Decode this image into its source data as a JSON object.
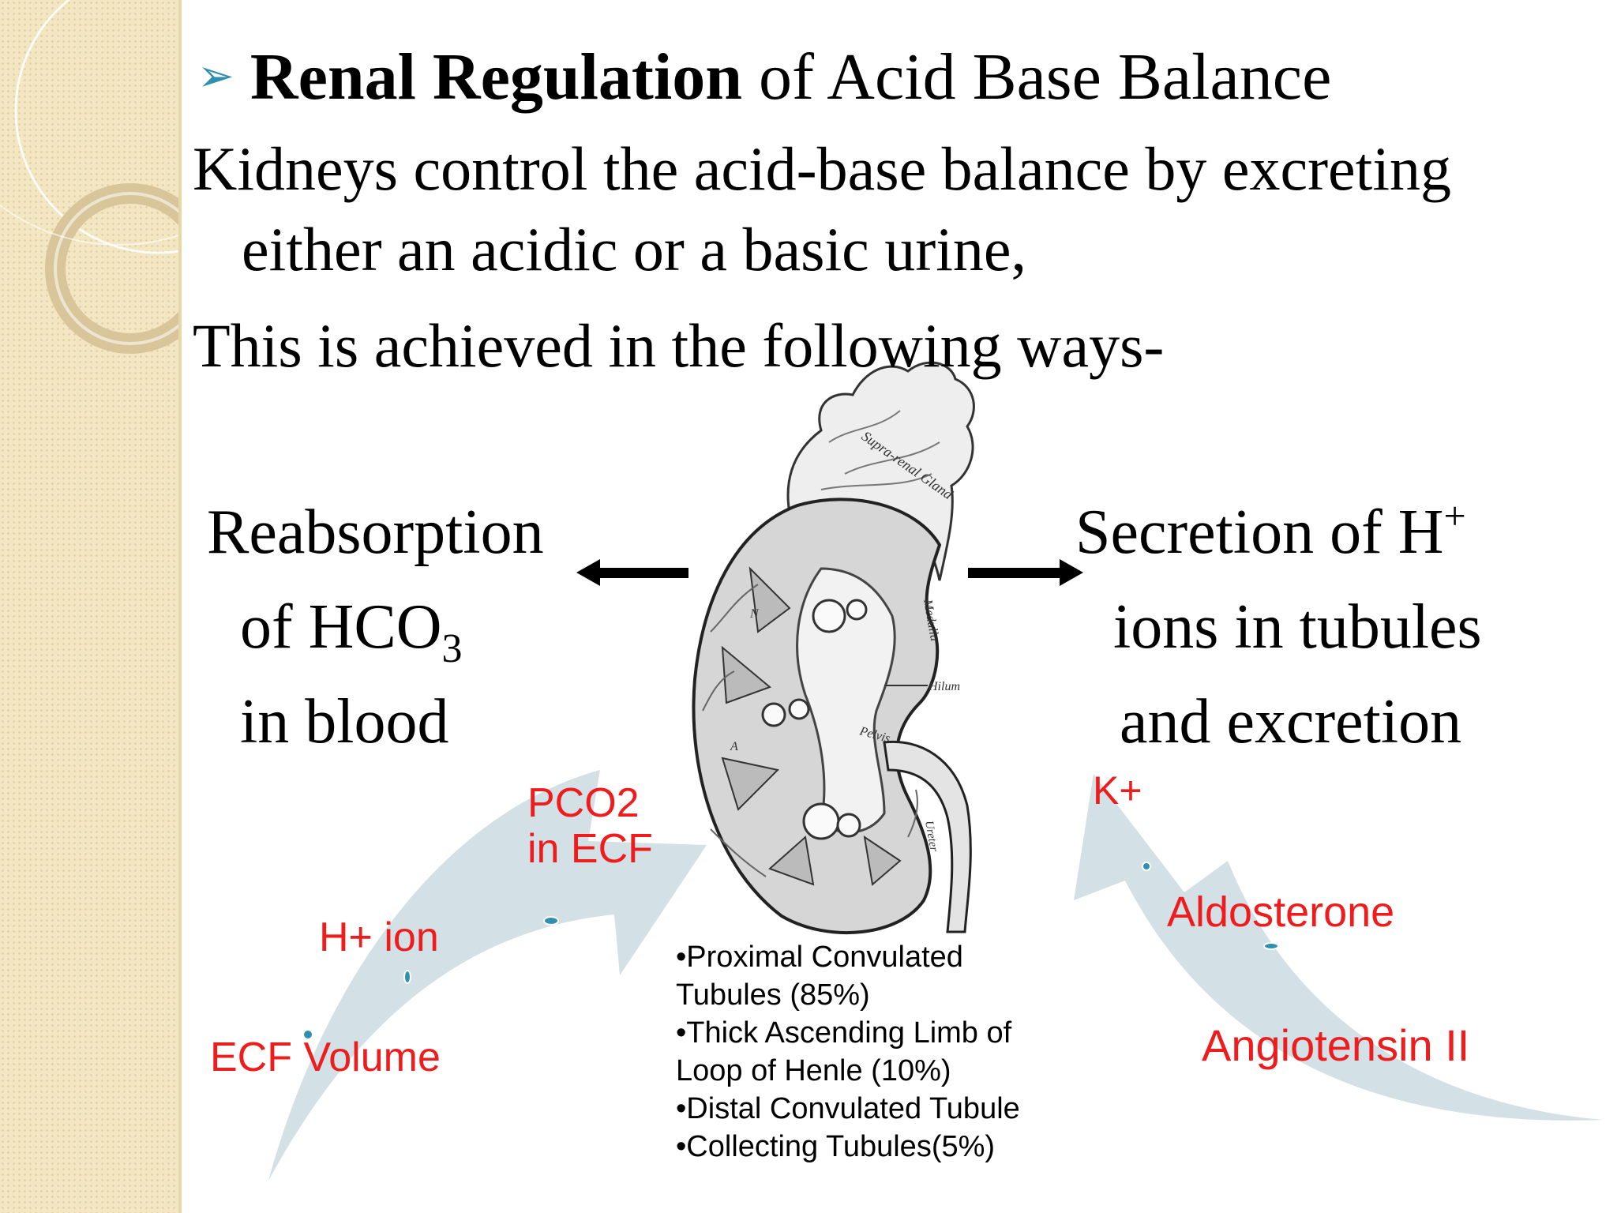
{
  "title": {
    "arrow_glyph": "➢",
    "bold": "Renal Regulation",
    "rest": "of Acid Base Balance"
  },
  "intro": {
    "line1": "Kidneys control the acid-base balance by excreting",
    "line2": "either an acidic or a basic urine,",
    "line3": "This is achieved in the following ways-"
  },
  "left_box": {
    "line1": "Reabsorption",
    "line2_main": "of HCO",
    "line2_sub": "3",
    "line3": "in blood"
  },
  "right_box": {
    "line1_main": "Secretion of H",
    "line1_sup": "+",
    "line2": "ions in tubules",
    "line3": "and excretion"
  },
  "kidney_labels": {
    "suprarenal": "Supra-renal Gland",
    "medulla": "Medulla",
    "hilum": "Hilum",
    "pelvis": "Pelvis",
    "ureter": "Ureter",
    "n": "N",
    "a": "A"
  },
  "left_factors": {
    "pco2_line1": "PCO2",
    "pco2_line2": "in ECF",
    "h_ion": "H+ ion",
    "ecf_volume": "ECF Volume"
  },
  "right_factors": {
    "k": "K+",
    "aldosterone": "Aldosterone",
    "angiotensin": "Angiotensin II"
  },
  "sites": [
    "•Proximal Convulated",
    "Tubules (85%)",
    "•Thick Ascending Limb of",
    "Loop of Henle (10%)",
    "•Distal Convulated Tubule",
    "•Collecting Tubules(5%)"
  ],
  "colors": {
    "accent": "#2f8fb0",
    "factor_text": "#ee1c1c",
    "curved_arrow": "#d3e0e6",
    "sidebar": "#f3e6c3"
  }
}
